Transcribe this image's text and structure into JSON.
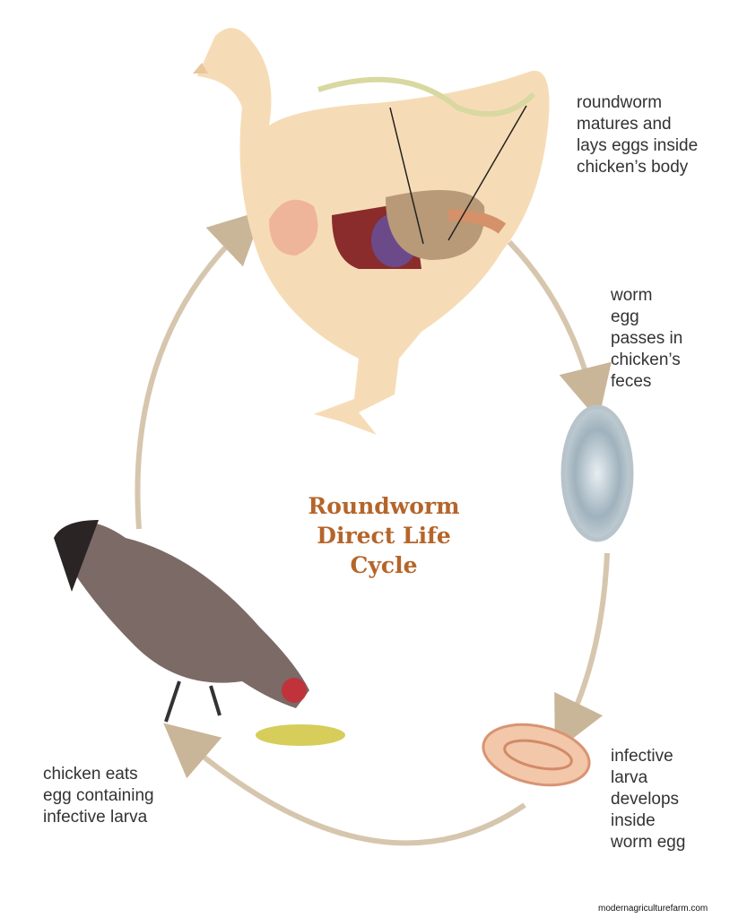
{
  "title": "Roundworm\nDirect Life\nCycle",
  "labels": {
    "matures": "roundworm\nmatures and\nlays eggs inside\nchicken’s body",
    "egg_passes": "worm\negg\npasses in\nchicken’s\nfeces",
    "larva": "infective\nlarva\ndevelops\ninside\nworm egg",
    "eats": "chicken eats\negg containing\ninfective larva"
  },
  "watermark": "modernagriculturefarm.com",
  "colors": {
    "title": "#b5652a",
    "arrow": "#d6c6ae",
    "chicken_body": "#f6dcb6"
  }
}
